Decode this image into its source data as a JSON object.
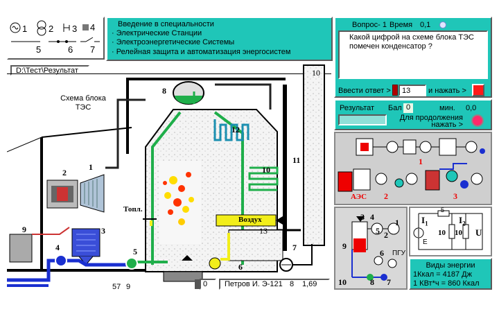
{
  "legend": {
    "n1": "1",
    "n2": "2",
    "n3": "3",
    "n4": "4",
    "n5": "5",
    "n6": "6",
    "n7": "7"
  },
  "menu": {
    "title": "Введение в специальности",
    "items": [
      "Электрические Станции",
      "Электроэнергетические Системы",
      "Релейная защита и автоматизация энергосистем"
    ]
  },
  "quiz": {
    "question_label": "Вопрос- 1",
    "time_label": "Время",
    "time_value": "0,1",
    "question_text": "Какой цифрой на схеме блока ТЭС помечен конденсатор ?",
    "answer_label": "Ввести ответ >",
    "answer_value": "13",
    "press_label": "и нажать >",
    "result_label": "Результат",
    "score_label": "Бал",
    "score_value": "0",
    "min_label": "мин.",
    "min_value": "0,0",
    "continue_label": "Для продолжения нажать >"
  },
  "path": {
    "value": "D:\\Тест\\Результат"
  },
  "scheme": {
    "title": "Схема блока ТЭС",
    "fuel_label": "Топл.",
    "air_label": "Воздух",
    "labels": {
      "n1": "1",
      "n2": "2",
      "n3": "3",
      "n4": "4",
      "n5": "5",
      "n6": "6",
      "n7": "7",
      "n8": "8",
      "n9": "9",
      "n10": "10",
      "n11": "11",
      "n12": "12",
      "n13": "13"
    },
    "bottom_left": "57",
    "bottom_left2": "9",
    "spinner_value": "0",
    "student": "Петров И. Э-121",
    "student_num": "8",
    "student_val": "1,69"
  },
  "thumbs": {
    "tes_num": "1",
    "aes_label": "АЭС",
    "aes_num": "2",
    "n3": "3"
  },
  "ppu": {
    "label": "ПГУ",
    "n1": "1",
    "n2": "2",
    "n3": "3",
    "n4": "4",
    "n5": "5",
    "n6": "6",
    "n7": "7",
    "n8": "8",
    "n9": "9",
    "n10": "10"
  },
  "circuit": {
    "i1": "I",
    "i1sub": "1",
    "i2": "I",
    "i2sub": "2",
    "e": "E",
    "u": "U",
    "r5": "5",
    "r10a": "10",
    "r10b": "10"
  },
  "energy": {
    "title": "Виды энергии",
    "line1": "1Ккал = 4187 Дж",
    "line2": "1 КВт*ч = 860 Ккал"
  },
  "colors": {
    "teal": "#1fc6b8",
    "pipe_green": "#1fae4a",
    "pipe_blue": "#1a2fd0",
    "red": "#e00000",
    "yellow": "#f2ee1a"
  }
}
